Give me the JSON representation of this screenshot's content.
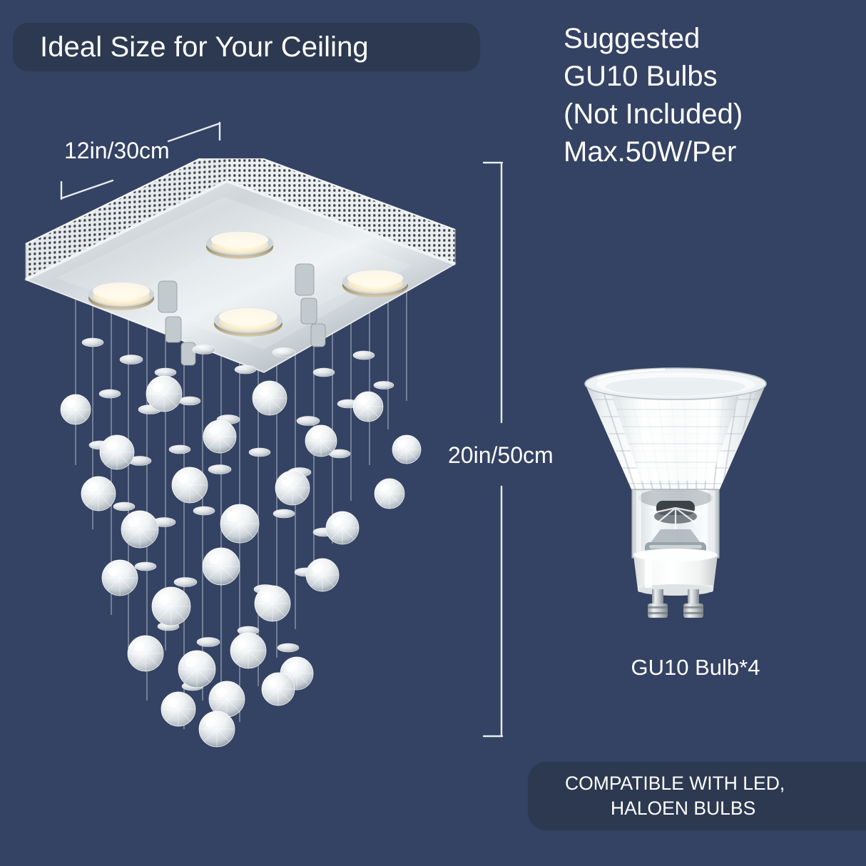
{
  "background_color": "#344263",
  "banner_color": "#2c3950",
  "text_color": "#ffffff",
  "header": {
    "title": "Ideal Size for Your Ceiling"
  },
  "spec": {
    "lines": [
      "Suggested",
      "GU10 Bulbs",
      "(Not Included)",
      "Max.50W/Per"
    ]
  },
  "dimensions": {
    "width_label": "12in/30cm",
    "height_label": "20in/50cm"
  },
  "product": {
    "name": "crystal-rain-drop-flush-mount-chandelier",
    "light_count": 4,
    "base_shape": "square",
    "finish": "chrome"
  },
  "bulb": {
    "type": "GU10",
    "caption": "GU10 Bulb*4",
    "base_color": "#f2f2f0",
    "glass_color": "#dfe4e6",
    "pin_color": "#b9bec2"
  },
  "footer": {
    "line1": "COMPATIBLE WITH LED,",
    "line2": "HALOEN BULBS"
  },
  "icons": {
    "dimension_line_width": "dimension-leader-line-icon",
    "dimension_line_height": "dimension-vertical-line-icon"
  }
}
